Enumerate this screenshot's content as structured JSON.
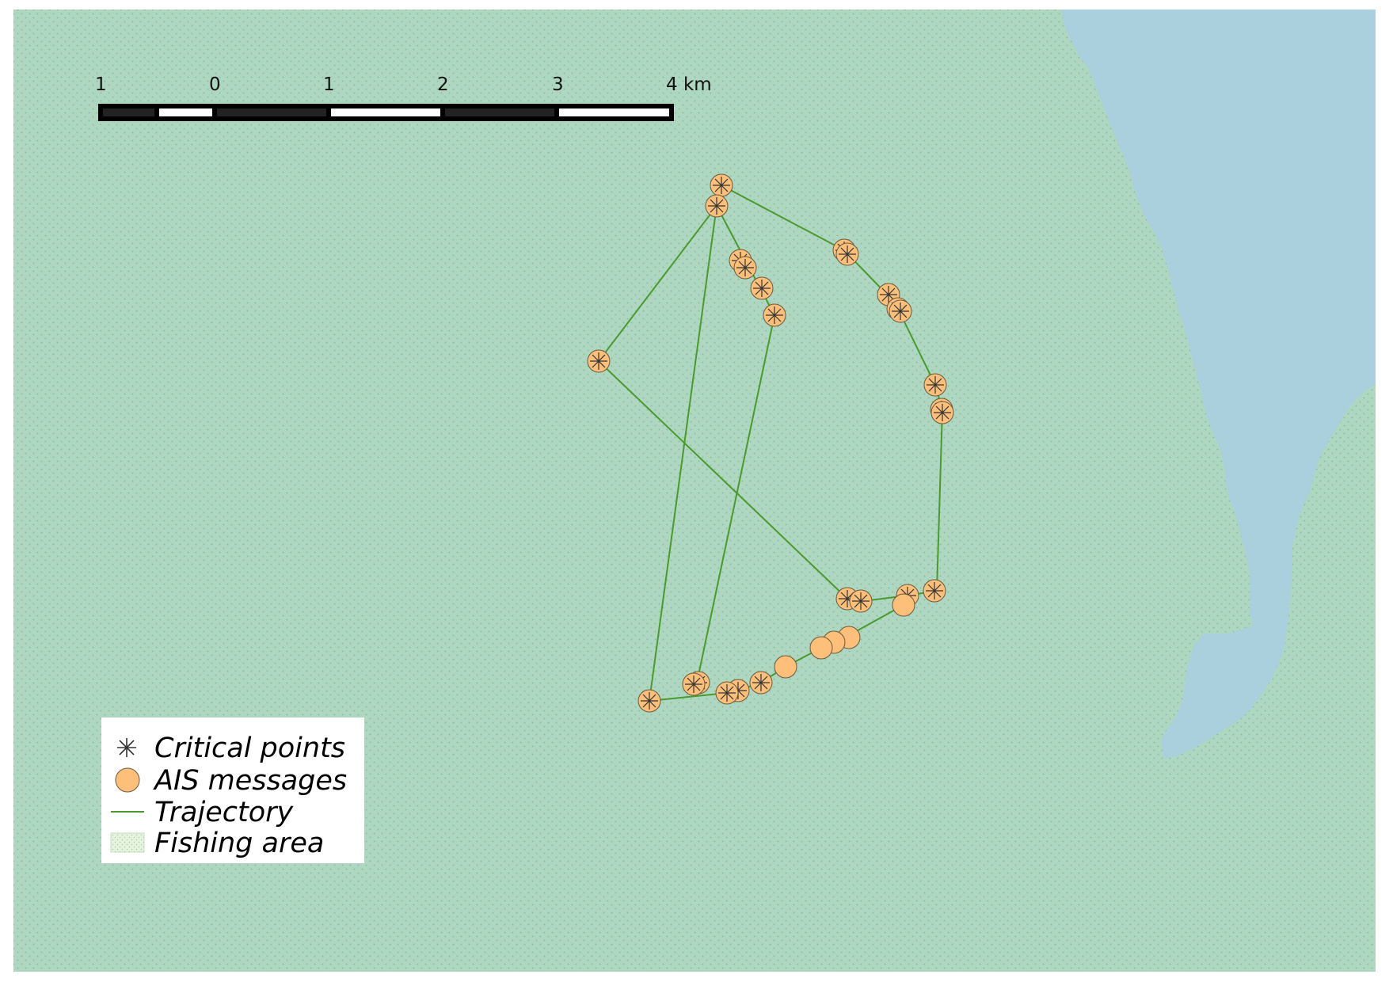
{
  "map": {
    "colors": {
      "fishing_area": "#aed6c0",
      "fishing_dots": "#7fbf95",
      "water": "#a9d0dc",
      "trajectory": "#4a9a2e",
      "ais_fill": "#fdbf7a",
      "ais_stroke": "#6b5a3e",
      "critical": "#333333"
    },
    "scale_bar": {
      "labels": [
        "1",
        "0",
        "1",
        "2",
        "3",
        "4 km"
      ]
    },
    "legend": {
      "critical_points": "Critical points",
      "ais_messages": "AIS messages",
      "trajectory": "Trajectory",
      "fishing_area": "Fishing area"
    }
  }
}
